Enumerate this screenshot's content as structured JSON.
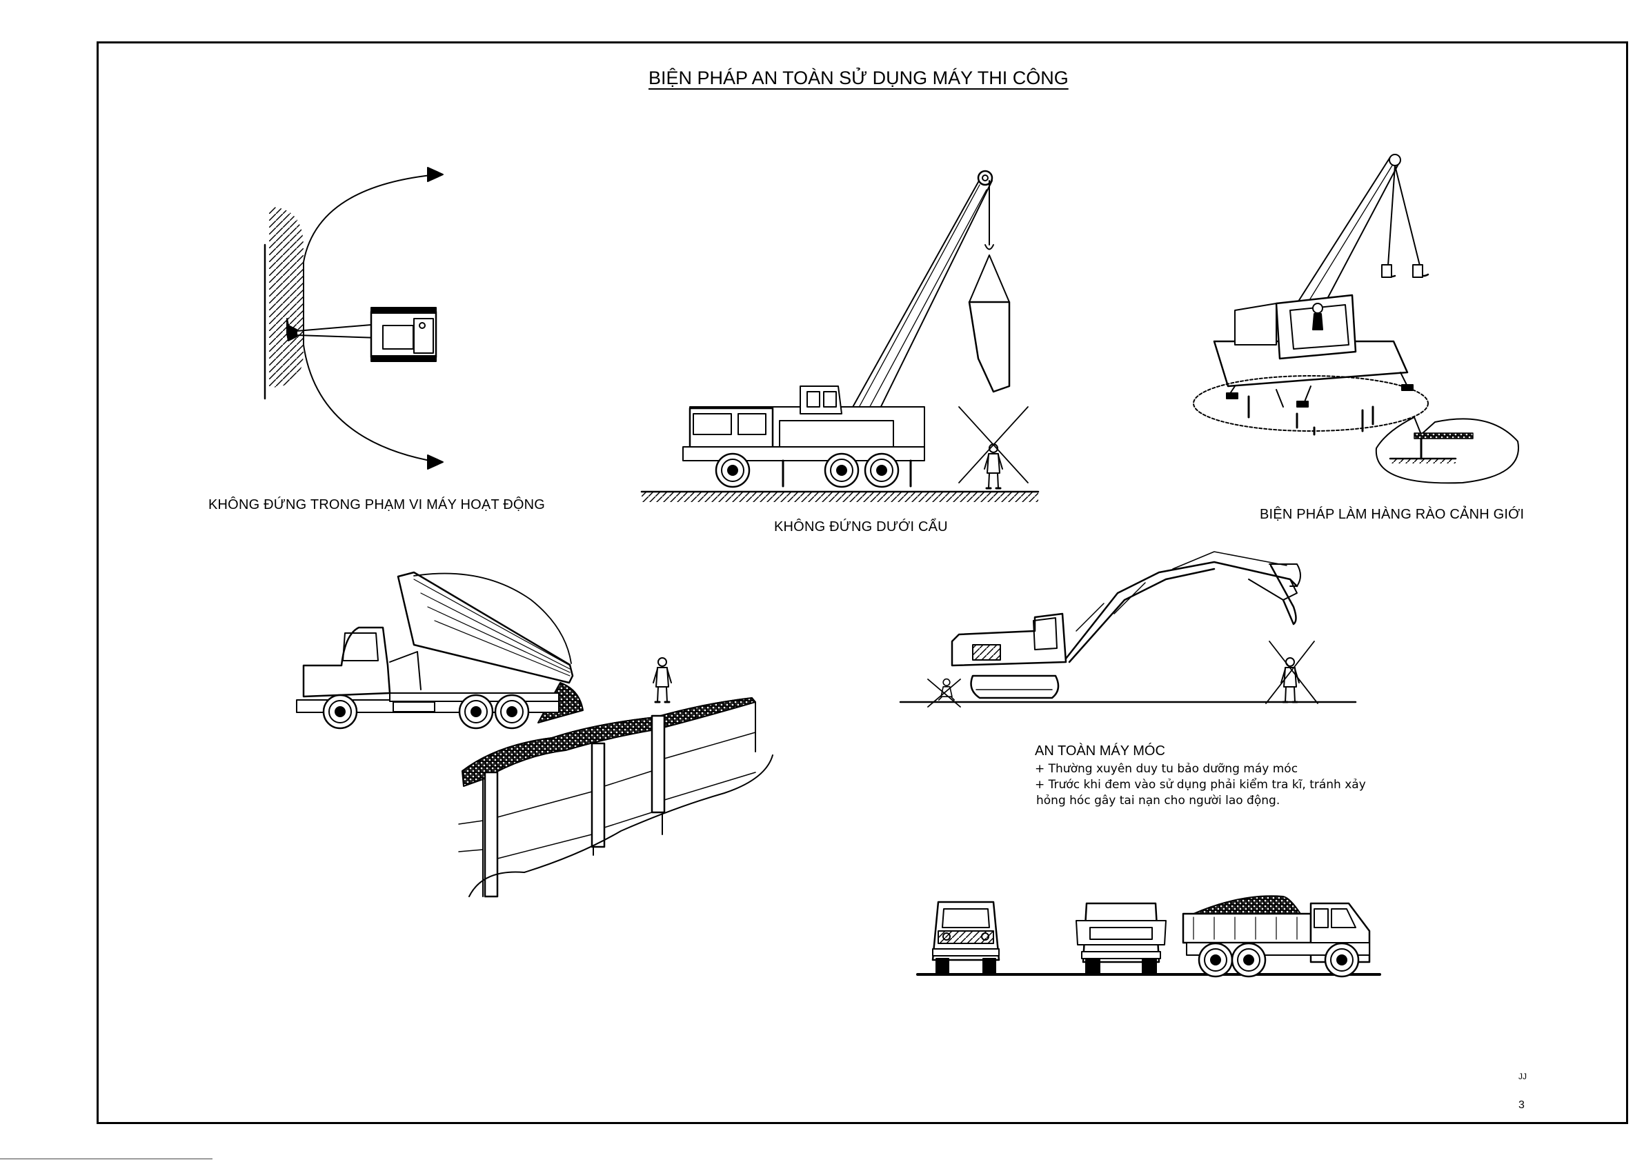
{
  "drawing": {
    "title": "BIỆN PHÁP AN TOÀN SỬ DỤNG MÁY THI CÔNG",
    "page_mark": "JJ",
    "page_number": "3"
  },
  "panels": {
    "swing_radius": {
      "caption": "KHÔNG ĐỨNG TRONG PHẠM VI MÁY HOẠT ĐỘNG"
    },
    "crane_load": {
      "caption": "KHÔNG ĐỨNG DƯỚI CẨU"
    },
    "barrier": {
      "caption": "BIỆN PHÁP LÀM HÀNG RÀO CẢNH GIỚI"
    },
    "machinery": {
      "heading": "AN TOÀN MÁY MÓC",
      "notes": [
        "+ Thường xuyên duy tu bảo dưỡng máy móc",
        "+ Trước khi đem vào sử dụng phải kiểm tra kĩ, tránh xảy",
        "hỏng hóc gây tai nạn cho người lao động."
      ]
    }
  },
  "icons": [
    "excavator-topview-icon",
    "truck-crane-icon",
    "crawler-crane-icon",
    "dump-truck-icon",
    "excavator-icon",
    "worker-icon",
    "truck-front-icon",
    "truck-rear-icon",
    "truck-side-icon"
  ]
}
